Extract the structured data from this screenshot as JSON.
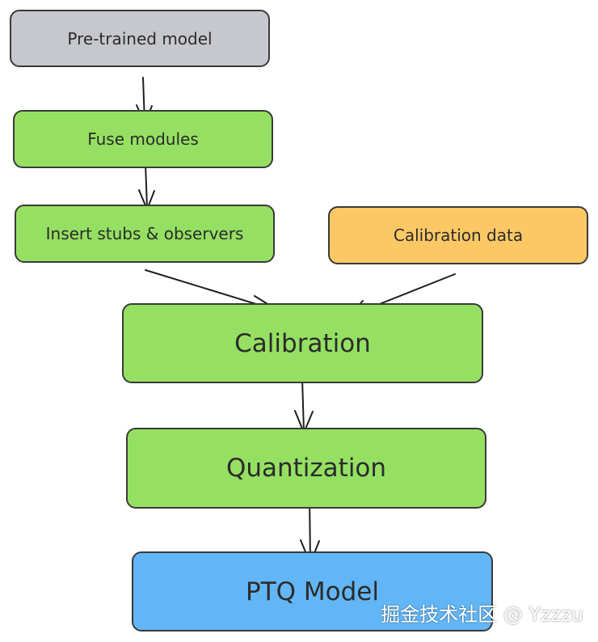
{
  "nodes": {
    "pretrained_model": "Pre-trained model",
    "fuse_modules": "Fuse modules",
    "insert_stubs": "Insert stubs & observers",
    "calibration_data": "Calibration data",
    "calibration": "Calibration",
    "quantization": "Quantization",
    "ptq_model": "PTQ Model"
  },
  "watermark": "掘金技术社区 @ Yzzzu",
  "colors": {
    "gray": "#c6c8cd",
    "green": "#95e062",
    "orange": "#fcc865",
    "blue": "#63b6f5"
  }
}
